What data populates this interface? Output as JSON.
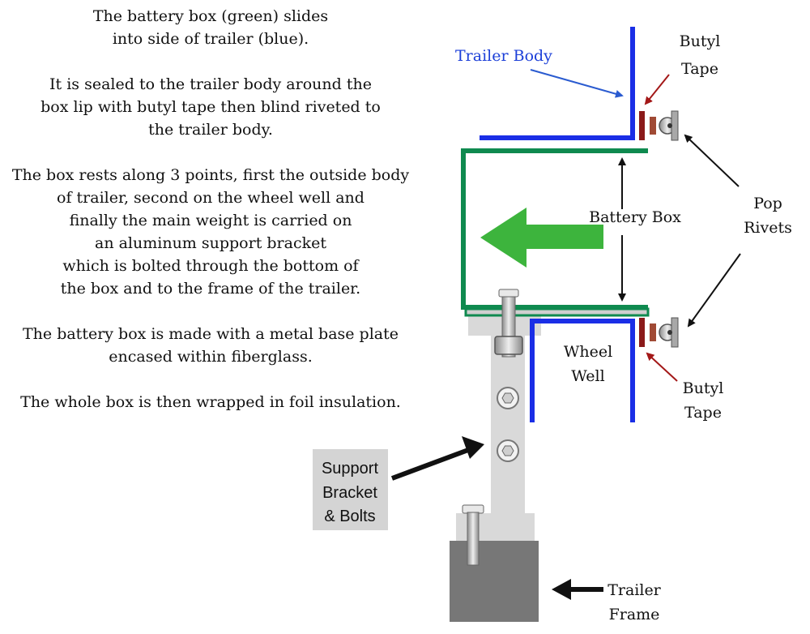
{
  "description": {
    "paragraphs": [
      [
        "The battery box (green) slides",
        "into side of trailer (blue)."
      ],
      [
        "It is sealed to the trailer body around the",
        "box lip with butyl tape then blind riveted to",
        "the trailer body."
      ],
      [
        "The box rests along 3 points, first the outside body",
        "of trailer, second on the wheel well and",
        "finally the main weight is carried on",
        "an aluminum support bracket",
        "which is bolted through the bottom of",
        "the box and to the frame of the trailer."
      ],
      [
        "The battery box is made with a metal base plate",
        "encased within fiberglass."
      ],
      [
        "The whole box is then wrapped in foil insulation."
      ]
    ]
  },
  "labels": {
    "trailer_body": "Trailer Body",
    "butyl_tape_top": [
      "Butyl",
      "Tape"
    ],
    "pop_rivets": [
      "Pop",
      "Rivets"
    ],
    "battery_box": "Battery Box",
    "wheel_well": [
      "Wheel",
      "Well"
    ],
    "butyl_tape_bottom": [
      "Butyl",
      "Tape"
    ],
    "support_bracket": [
      "Support",
      "Bracket",
      "& Bolts"
    ],
    "trailer_frame": [
      "Trailer",
      "Frame"
    ]
  },
  "colors": {
    "trailer_body": "#1a2ee6",
    "battery_box": "#0f8a4f",
    "arrow_green": "#3db43d",
    "butyl_tape": "#8b1a1a",
    "arrow_red": "#a31818",
    "bracket": "#d9d9d9",
    "frame": "#777777"
  }
}
